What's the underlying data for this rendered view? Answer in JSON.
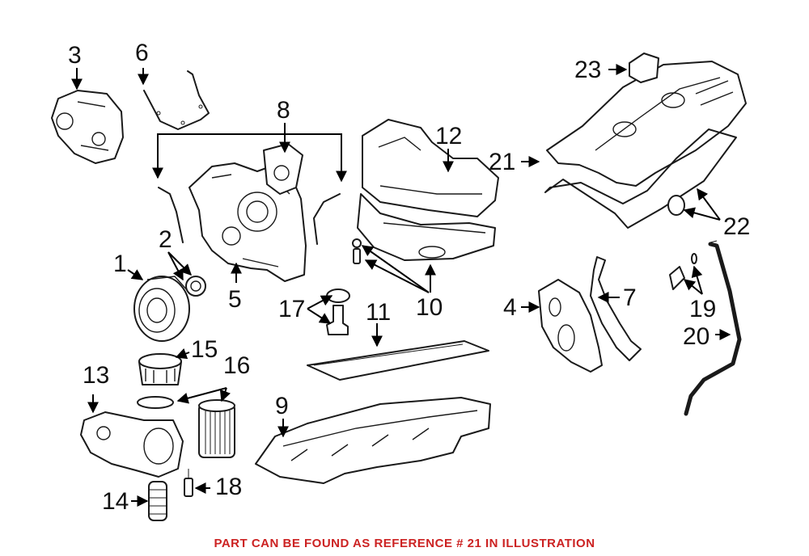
{
  "colors": {
    "ink": "#111111",
    "caption": "#cc2222",
    "background": "#ffffff"
  },
  "callouts": [
    "1",
    "2",
    "3",
    "4",
    "5",
    "6",
    "7",
    "8",
    "9",
    "10",
    "11",
    "12",
    "13",
    "14",
    "15",
    "16",
    "17",
    "18",
    "19",
    "20",
    "21",
    "22",
    "23"
  ],
  "caption": "PART CAN BE FOUND AS REFERENCE # 21 IN ILLUSTRATION",
  "highlighted_reference": "21"
}
